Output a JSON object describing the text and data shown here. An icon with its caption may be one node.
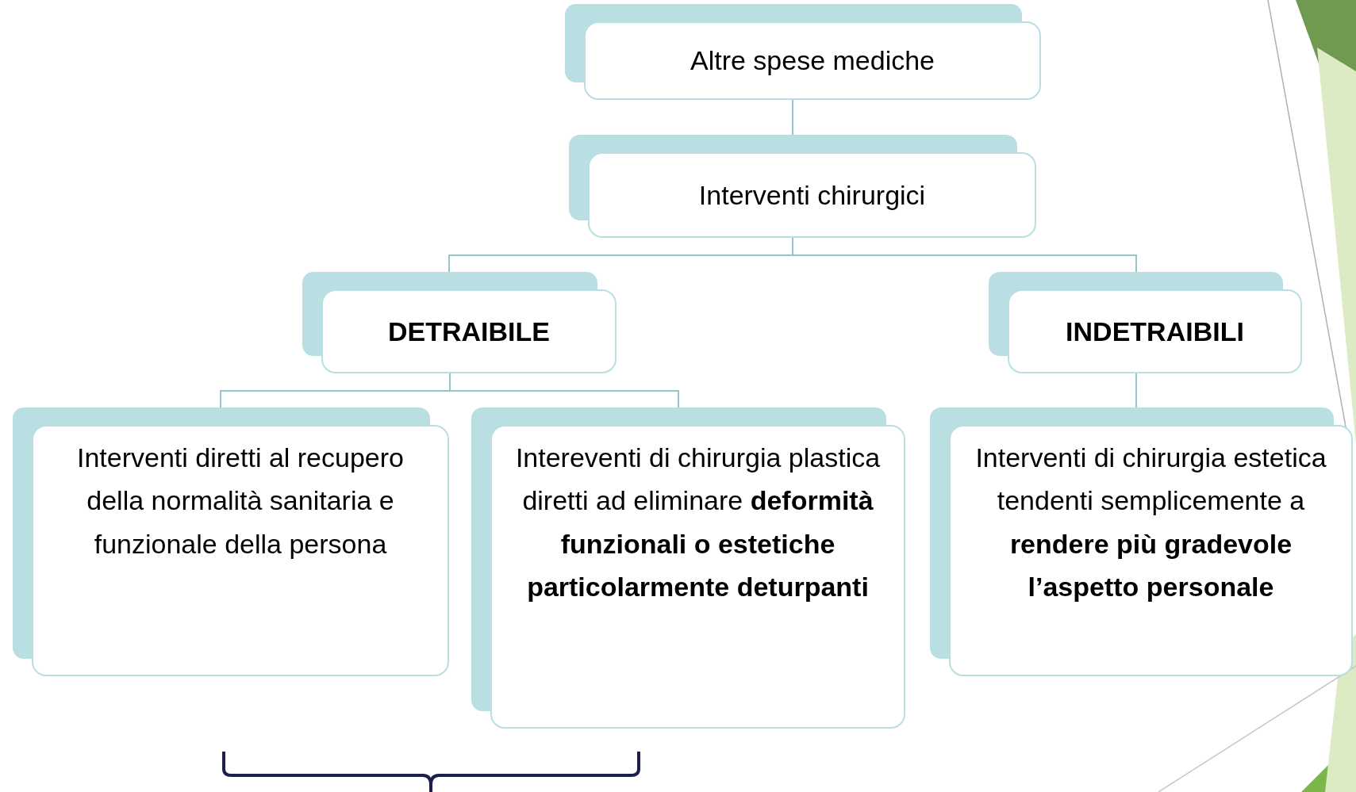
{
  "diagram": {
    "nodes": [
      {
        "text": [
          "Altre spese mediche"
        ]
      },
      {
        "text": [
          "Interventi chirurgici"
        ]
      },
      {
        "text": [
          "DETRAIBILE"
        ]
      },
      {
        "text": [
          "INDETRAIBILI"
        ]
      },
      {
        "text": [
          "Interventi diretti al recupero della normalità sanitaria e funzionale della persona"
        ]
      },
      {
        "text": [
          "Intereventi di chirurgia plastica diretti ad eliminare **deformità funzionali o estetiche particolarmente deturpanti**"
        ]
      },
      {
        "text": [
          "Interventi di chirurgia estetica tendenti semplicemente a **rendere più gradevole l’aspetto personale**"
        ]
      }
    ],
    "edges": [
      {
        "from": 0,
        "to": 1,
        "arrow": "none"
      },
      {
        "from": 1,
        "to": 2,
        "arrow": "none"
      },
      {
        "from": 1,
        "to": 3,
        "arrow": "none"
      },
      {
        "from": 2,
        "to": 4,
        "arrow": "none"
      },
      {
        "from": 2,
        "to": 5,
        "arrow": "none"
      },
      {
        "from": 3,
        "to": 6,
        "arrow": "none"
      }
    ]
  }
}
